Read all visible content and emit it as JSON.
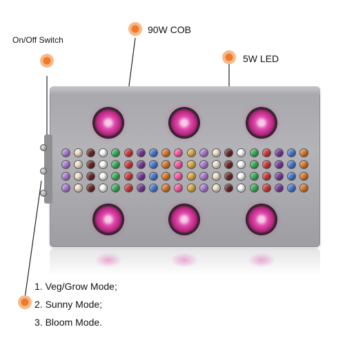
{
  "callouts": {
    "switch": "On/Off Switch",
    "cob": "90W COB",
    "led": "5W LED"
  },
  "modes": [
    "1. Veg/Grow Mode;",
    "2. Sunny Mode;",
    "3. Bloom Mode."
  ],
  "colors": {
    "accent_dot": "#f07a2a",
    "cob_pink": "#e04fae",
    "fixture_gray": "#b4b4b8",
    "led_palette": [
      "#b07fd8",
      "#e07a2a",
      "#d23a3a",
      "#6d2a2a",
      "#e2b04a",
      "#4a7bd6",
      "#3bb35a",
      "#f3e6d0",
      "#ff5aa6",
      "#7a3c9c",
      "#ffffff"
    ]
  }
}
